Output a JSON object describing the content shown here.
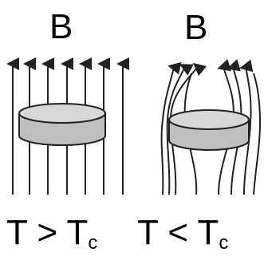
{
  "panels": {
    "left": {
      "field_label": "B",
      "condition": {
        "lhs": "T",
        "op": ">",
        "rhs": "T",
        "rhs_sub": "c"
      }
    },
    "right": {
      "field_label": "B",
      "condition": {
        "lhs": "T",
        "op": "<",
        "rhs": "T",
        "rhs_sub": "c"
      }
    }
  },
  "colors": {
    "line": "#222222",
    "disk_fill": "#bfbfbf",
    "disk_top": "#d7d7d7",
    "disk_stroke": "#222222"
  }
}
